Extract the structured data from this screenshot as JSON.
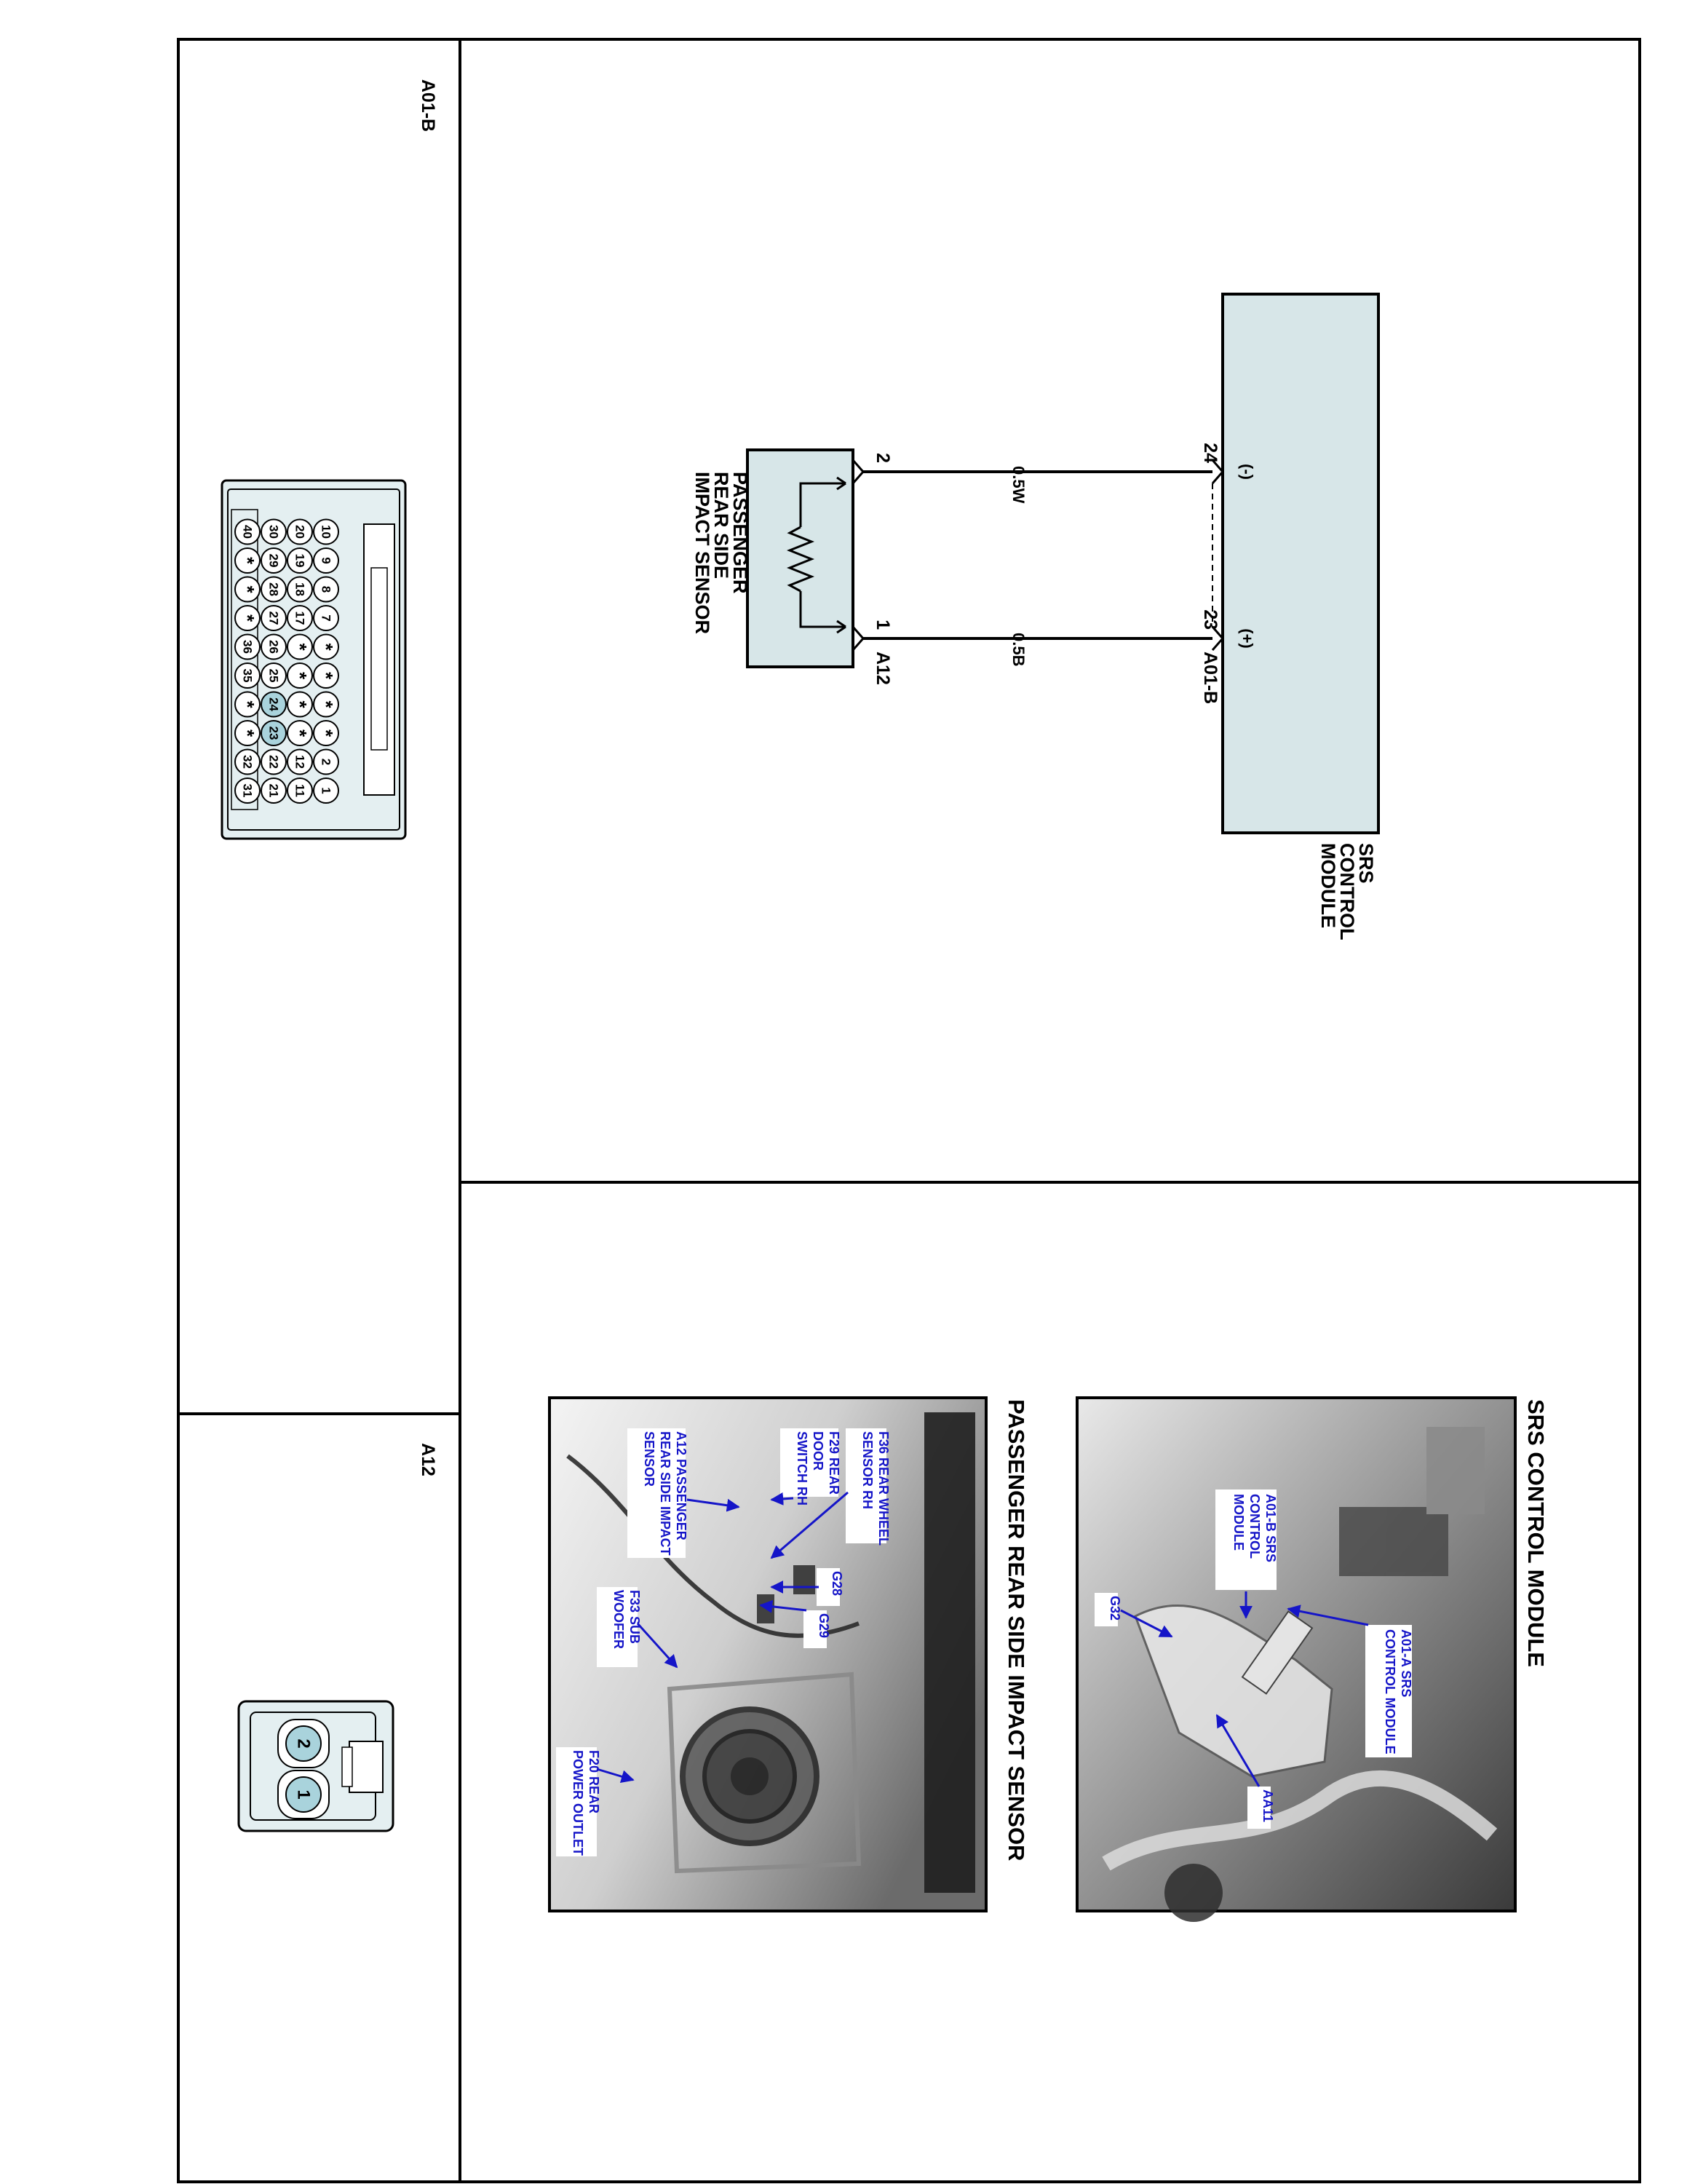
{
  "connector_views": {
    "a01b": {
      "label": "A01-B",
      "rows": [
        [
          "1",
          "2",
          "*",
          "*",
          "*",
          "*",
          "7",
          "8",
          "9",
          "10"
        ],
        [
          "11",
          "12",
          "*",
          "*",
          "*",
          "*",
          "17",
          "18",
          "19",
          "20"
        ],
        [
          "21",
          "22",
          "23",
          "24",
          "25",
          "26",
          "27",
          "28",
          "29",
          "30"
        ],
        [
          "31",
          "32",
          "*",
          "*",
          "35",
          "36",
          "*",
          "*",
          "*",
          "40"
        ]
      ],
      "highlighted_pins": [
        "23",
        "24"
      ]
    },
    "a12": {
      "label": "A12",
      "pins": [
        "1",
        "2"
      ]
    }
  },
  "schematic": {
    "module": {
      "name_lines": [
        "SRS",
        "CONTROL",
        "MODULE"
      ],
      "connector": "A01-B",
      "pins": [
        {
          "pin": "24",
          "polarity": "(-)"
        },
        {
          "pin": "23",
          "polarity": "(+)"
        }
      ]
    },
    "wires": [
      {
        "label": "0.5W",
        "from_pin": "24",
        "to_pin": "2"
      },
      {
        "label": "0.5B",
        "from_pin": "23",
        "to_pin": "1"
      }
    ],
    "sensor": {
      "name_lines": [
        "PASSENGER",
        "REAR SIDE",
        "IMPACT SENSOR"
      ],
      "connector": "A12",
      "pins": [
        "2",
        "1"
      ]
    }
  },
  "photos": {
    "srs": {
      "title": "SRS CONTROL MODULE",
      "callouts": [
        {
          "lines": [
            "A01-B SRS",
            "CONTROL",
            "MODULE"
          ]
        },
        {
          "lines": [
            "A01-A SRS",
            "CONTROL MODULE"
          ]
        },
        {
          "lines": [
            "G32"
          ]
        },
        {
          "lines": [
            "AA11"
          ]
        }
      ]
    },
    "passenger": {
      "title": "PASSENGER REAR SIDE IMPACT SENSOR",
      "callouts": [
        {
          "lines": [
            "F36 REAR WHEEL",
            "SENSOR RH"
          ]
        },
        {
          "lines": [
            "F29 REAR",
            "DOOR",
            "SWITCH RH"
          ]
        },
        {
          "lines": [
            "A12 PASSENGER",
            "REAR SIDE IMPACT",
            "SENSOR"
          ]
        },
        {
          "lines": [
            "G28"
          ]
        },
        {
          "lines": [
            "G29"
          ]
        },
        {
          "lines": [
            "F33 SUB",
            "WOOFER"
          ]
        },
        {
          "lines": [
            "F20 REAR",
            "POWER OUTLET"
          ]
        }
      ]
    }
  },
  "colors": {
    "module_fill": "#d7e6e8",
    "pin_highlight": "#a9d3dc",
    "callout_text": "#1515c8",
    "line": "#000000"
  }
}
